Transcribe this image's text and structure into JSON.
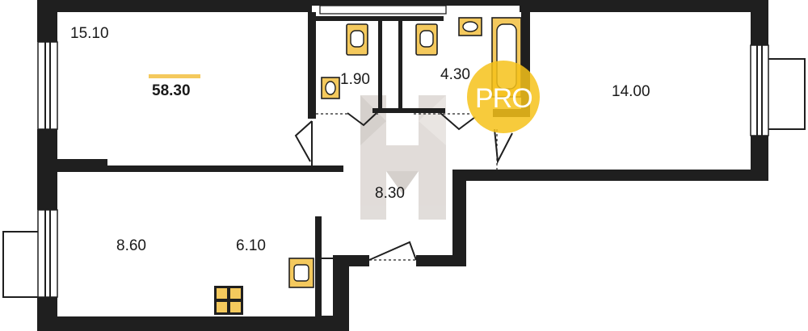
{
  "total_area": "58.30",
  "rooms": [
    {
      "id": "living-room",
      "area": "15.10"
    },
    {
      "id": "toilet",
      "area": "1.90"
    },
    {
      "id": "bathroom",
      "area": "4.30"
    },
    {
      "id": "bedroom",
      "area": "14.00"
    },
    {
      "id": "hallway",
      "area": "8.30"
    },
    {
      "id": "bedroom-2",
      "area": "8.60"
    },
    {
      "id": "kitchen",
      "area": "6.10"
    }
  ],
  "badge": {
    "text": "PRO",
    "color": "#f6c21a"
  },
  "colors": {
    "wall": "#1f1f1f",
    "fixture": "#f4c95d",
    "accent": "#f6c21a",
    "watermark": "#c9c1bb"
  }
}
